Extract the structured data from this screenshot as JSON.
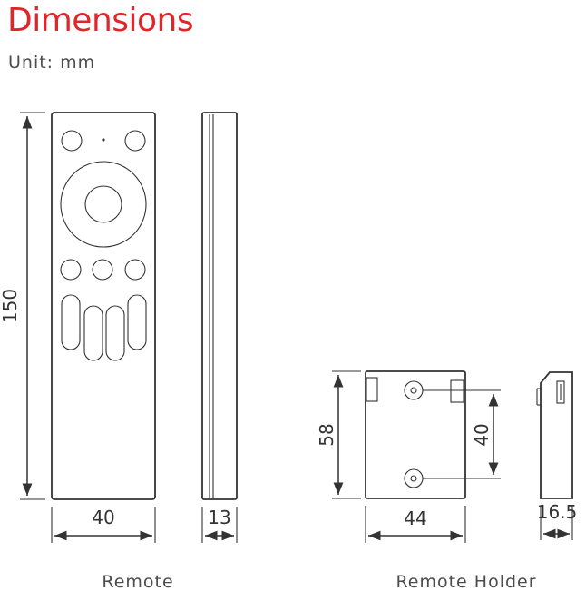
{
  "heading": {
    "title": "Dimensions",
    "unit": "Unit: mm"
  },
  "remote": {
    "caption": "Remote",
    "height": "150",
    "width": "40",
    "thickness": "13"
  },
  "holder": {
    "caption": "Remote Holder",
    "height": "58",
    "hole_spacing": "40",
    "width": "44",
    "depth": "16.5"
  },
  "colors": {
    "title": "#e0262b",
    "lines": "#333333",
    "text": "#4d4d4d"
  }
}
